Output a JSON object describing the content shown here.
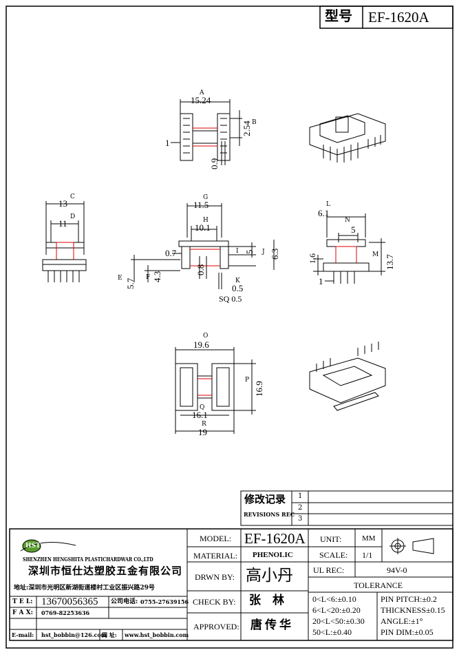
{
  "header": {
    "type_label": "型号",
    "model_code": "EF-1620A"
  },
  "drawing": {
    "top_view": {
      "label_a": "A",
      "width": "15.24",
      "label_b": "B",
      "pitch": "2.54",
      "pin_one": "1",
      "pin_dim": "0.9"
    },
    "front_view": {
      "label_c": "C",
      "width": "13",
      "label_d": "D",
      "inner_width": "11",
      "label_e": "E",
      "height_e": "5.7",
      "label_f": "F",
      "height_f": "4.3"
    },
    "section_view": {
      "label_g": "G",
      "width": "11.5",
      "label_h": "H",
      "inner": "10.1",
      "wall": "0.7",
      "label_i": "I",
      "height_i": "5",
      "label_j": "J",
      "height_j": "6.3",
      "core": "0.8",
      "label_k": "K",
      "pin_k": "0.5",
      "sq": "SQ 0.5"
    },
    "side_view": {
      "label_l": "L",
      "width_l": "6.1",
      "label_n": "N",
      "width_n": "5",
      "base": "1.6",
      "label_m": "M",
      "height_m": "13.7",
      "pin_one": "1"
    },
    "bottom_view": {
      "label_o": "O",
      "width_o": "19.6",
      "label_p": "P",
      "height_p": "16.9",
      "label_q": "Q",
      "width_q": "16.1",
      "label_r": "R",
      "width_r": "19"
    }
  },
  "revisions": {
    "title_cn": "修改记录",
    "title_en": "REVISIONS REC",
    "marks": [
      "1",
      "2",
      "3"
    ]
  },
  "company": {
    "logo_text": "HST",
    "name_en": "SHENZHEN HENGSHITA PLASTICHARDWAR CO.,LTD",
    "name_cn": "深圳市恒仕达塑胶五金有限公司",
    "address": "地址:深圳市光明区新湖街道楼村工业区振兴路29号",
    "tel_label": "T E L:",
    "tel": "13670056365",
    "company_phone_label": "公司电话:",
    "company_phone": "0755-27639156",
    "fax_label": "F A X:",
    "fax": "0769-82253636",
    "email_label": "E-mail:",
    "email": "hst_bobbin@126.com",
    "web_label": "网 址:",
    "web": "www.hst_bobbin.com"
  },
  "title_block": {
    "model_label": "MODEL:",
    "model": "EF-1620A",
    "material_label": "MATERIAL:",
    "material": "PHENOLIC",
    "drawn_label": "DRWN BY:",
    "drawn": "高小丹",
    "check_label": "CHECK BY:",
    "check": "张　林",
    "approved_label": "APPROVED:",
    "approved": "唐传华",
    "unit_label": "UNIT:",
    "unit": "MM",
    "scale_label": "SCALE:",
    "scale": "1/1",
    "ul_label": "UL REC:",
    "ul": "94V-0",
    "tolerance_label": "TOLERANCE",
    "tolerances": [
      "0<L<6:±0.10",
      "6<L<20:±0.20",
      "20<L<50:±0.30",
      "50<L:±0.40"
    ],
    "specs": [
      "PIN PITCH:±0.2",
      "THICKNESS±0.15",
      "ANGLE:±1°",
      "PIN DIM:±0.05"
    ]
  }
}
